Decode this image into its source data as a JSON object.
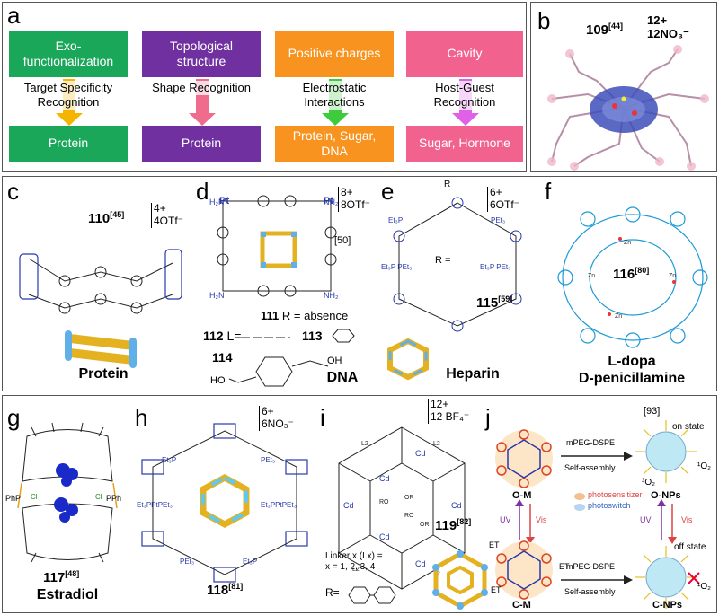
{
  "panel_a": {
    "label": "a",
    "columns": [
      {
        "top": "Exo-functionalization",
        "mid": "Target Specificity Recognition",
        "bottom": "Protein",
        "color": "#1aa75a",
        "arrow": "#f4b400"
      },
      {
        "top": "Topological structure",
        "mid": "Shape Recognition",
        "bottom": "Protein",
        "color": "#7030a0",
        "arrow": "#ef6c8c"
      },
      {
        "top": "Positive charges",
        "mid": "Electrostatic Interactions",
        "bottom": "Protein, Sugar, DNA",
        "color": "#f7931e",
        "arrow": "#3ccc3c"
      },
      {
        "top": "Cavity",
        "mid": "Host-Guest Recognition",
        "bottom": "Sugar, Hormone",
        "color": "#f2628f",
        "arrow": "#e060e8"
      }
    ]
  },
  "panel_b": {
    "label": "b",
    "compound": "109",
    "ref": "[44]",
    "charge": "12+",
    "counterion": "12NO₃⁻"
  },
  "panel_c": {
    "label": "c",
    "compound": "110",
    "ref": "[45]",
    "charge": "4+",
    "counterion": "4OTf⁻",
    "caption": "Protein"
  },
  "panel_d": {
    "label": "d",
    "charge": "8+",
    "counterion": "8OTf⁻",
    "ref": "[50]",
    "compound_111": "111",
    "r_note": "R = absence",
    "compound_112": "112",
    "l_prefix": "L=",
    "compound_113": "113",
    "compound_114": "114",
    "pt_label": "Pt",
    "ho_label": "HO",
    "oh_label": "OH",
    "caption": "DNA"
  },
  "panel_e": {
    "label": "e",
    "compound": "115",
    "ref": "[59]",
    "charge": "6+",
    "counterion": "6OTf⁻",
    "r_label": "R =",
    "top_r": "R",
    "caption": "Heparin"
  },
  "panel_f": {
    "label": "f",
    "compound": "116",
    "ref": "[80]",
    "caption_line1": "L-dopa",
    "caption_line2": "D-penicillamine"
  },
  "panel_g": {
    "label": "g",
    "compound": "117",
    "ref": "[48]",
    "caption": "Estradiol",
    "phph_left": "PhP",
    "phph_right": "PPh",
    "cl": "Cl"
  },
  "panel_h": {
    "label": "h",
    "compound": "118",
    "ref": "[81]",
    "charge": "6+",
    "counterion": "6NO₃⁻"
  },
  "panel_i": {
    "label": "i",
    "compound": "119",
    "ref": "[82]",
    "charge": "12+",
    "counterion": "12 BF₄⁻",
    "linker_line1": "Linker x (Lx) =",
    "linker_line2": "x = 1, 2, 3, 4",
    "r_label": "R="
  },
  "panel_j": {
    "label": "j",
    "ref": "[93]",
    "on_state": "on state",
    "off_state": "off state",
    "o_m": "O-M",
    "c_m": "C-M",
    "o_nps": "O-NPs",
    "c_nps": "C-NPs",
    "mpeg1": "mPEG-DSPE",
    "self1": "Self-assembly",
    "mpeg2": "mPEG-DSPE",
    "self2": "Self-assembly",
    "photosensitizer": "photosensitizer",
    "photoswitch": "photoswitch",
    "uv": "UV",
    "vis": "Vis",
    "singlet_o2": "¹O₂",
    "triplet_o2": "³O₂",
    "et": "ET"
  }
}
